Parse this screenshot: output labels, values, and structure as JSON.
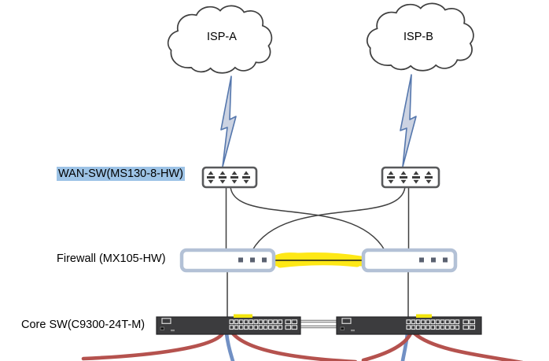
{
  "diagram": {
    "isp_a_label": "ISP-A",
    "isp_b_label": "ISP-B",
    "wan_switch_label": "WAN-SW(MS130-8-HW)",
    "firewall_label": "Firewall (MX105-HW)",
    "core_switch_label": "Core SW(C9300-24T-M)",
    "colors": {
      "label_highlight": "#9dc3e6",
      "link_highlight_yellow": "#ffe816",
      "cable_red": "#b5524e",
      "cable_blue": "#7190c4",
      "lightning_fill": "#ccd3e2",
      "lightning_stroke": "#5577ad",
      "firewall_border": "#b3c1d6",
      "switch_chassis": "#3c3c3e",
      "connector_line": "#3f3f3f"
    },
    "icons": {
      "cloud": "cloud-shape",
      "lightning": "lightning-bolt-icon",
      "wan_switch": "small-switch-icon",
      "firewall": "firewall-appliance-icon",
      "core_switch": "rack-switch-icon"
    }
  }
}
